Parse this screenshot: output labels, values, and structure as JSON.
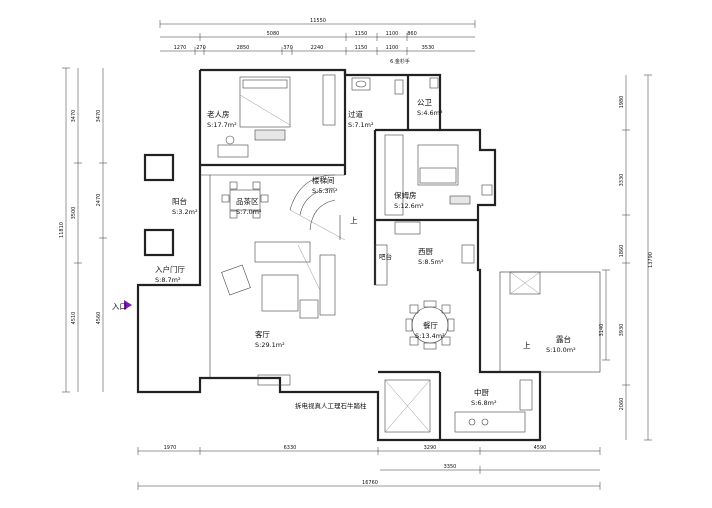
{
  "dims": {
    "top_total": "11550",
    "top_row1": [
      "5080",
      "1150",
      "1100",
      "860"
    ],
    "top_row2": [
      "1270",
      "270",
      "2850",
      "370",
      "2240",
      "1150",
      "1100",
      "3530"
    ],
    "top_note": "6.金杉手",
    "bottom_row1": [
      "1970",
      "6330",
      "3290",
      "4590"
    ],
    "bottom_row2": "3350",
    "bottom_total": "16760",
    "left_total": "11810",
    "left_outer": [
      "3470",
      "3500",
      "4510"
    ],
    "left_inner": [
      "3470",
      "2470",
      "4560"
    ],
    "right_total": "13790",
    "right_outer": [
      "1980",
      "3330",
      "1860",
      "3930",
      "2060"
    ],
    "right_inner": [
      "3140"
    ]
  },
  "rooms": [
    {
      "key": "elder",
      "name": "老人房",
      "area": "S:17.7m²"
    },
    {
      "key": "corridor",
      "name": "过道",
      "area": "S:7.1m²"
    },
    {
      "key": "bath",
      "name": "公卫",
      "area": "S:4.6m²"
    },
    {
      "key": "stair",
      "name": "楼梯间",
      "area": "S:5.3m²"
    },
    {
      "key": "tea",
      "name": "品茶区",
      "area": "S:7.0m²"
    },
    {
      "key": "balcony",
      "name": "阳台",
      "area": "S:3.2m²"
    },
    {
      "key": "nanny",
      "name": "保姆房",
      "area": "S:12.6m²"
    },
    {
      "key": "western",
      "name": "西厨",
      "area": "S:8.5m²"
    },
    {
      "key": "entry",
      "name": "入户门厅",
      "area": "S:8.7m²"
    },
    {
      "key": "living",
      "name": "客厅",
      "area": "S:29.1m²"
    },
    {
      "key": "dining",
      "name": "餐厅",
      "area": "S:13.4m²"
    },
    {
      "key": "terrace",
      "name": "露台",
      "area": "S:10.0m²"
    },
    {
      "key": "kitchen",
      "name": "中厨",
      "area": "S:6.8m²"
    }
  ],
  "labels": {
    "entrance": "入口",
    "up_stair": "上",
    "up_terrace": "上",
    "counter": "吧台",
    "fireplace_note": "拆电视真人工理石牛踏柱"
  }
}
